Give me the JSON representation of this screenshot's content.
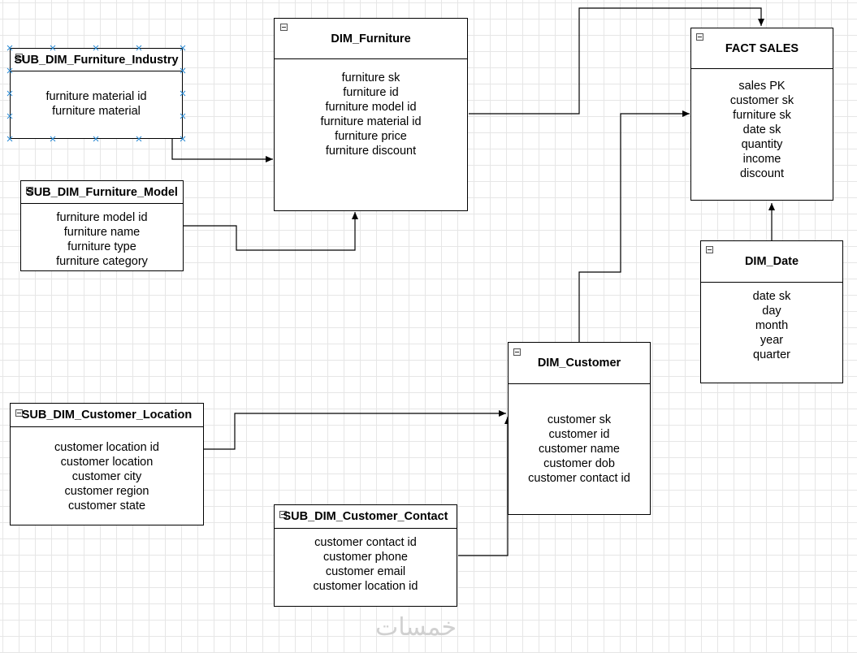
{
  "entities": {
    "dim_furniture": {
      "title": "DIM_Furniture",
      "fields": [
        "furniture sk",
        "furniture id",
        "furniture model id",
        "furniture material id",
        "furniture price",
        "furniture discount"
      ]
    },
    "fact_sales": {
      "title": "FACT  SALES",
      "fields": [
        "sales PK",
        "customer sk",
        "furniture sk",
        "date sk",
        "quantity",
        "income",
        "discount"
      ]
    },
    "sub_dim_furniture_industry": {
      "title": "SUB_DIM_Furniture_Industry",
      "fields": [
        "furniture material id",
        "furniture material"
      ]
    },
    "sub_dim_furniture_model": {
      "title": "SUB_DIM_Furniture_Model",
      "fields": [
        "furniture model id",
        "furniture name",
        "furniture type",
        "furniture category"
      ]
    },
    "dim_date": {
      "title": "DIM_Date",
      "fields": [
        "date sk",
        "day",
        "month",
        "year",
        "quarter"
      ]
    },
    "dim_customer": {
      "title": "DIM_Customer",
      "fields": [
        "customer sk",
        "customer id",
        "customer name",
        "customer dob",
        "customer contact id"
      ]
    },
    "sub_dim_customer_location": {
      "title": "SUB_DIM_Customer_Location",
      "fields": [
        "customer location id",
        "customer location",
        "customer city",
        "customer region",
        "customer state"
      ]
    },
    "sub_dim_customer_contact": {
      "title": "SUB_DIM_Customer_Contact",
      "fields": [
        "customer contact id",
        "customer phone",
        "customer email",
        "customer location id"
      ]
    }
  },
  "watermark": "خمسات",
  "colors": {
    "grid": "#e6e6e6",
    "line": "#000000",
    "selection": "#2a8ad4"
  }
}
